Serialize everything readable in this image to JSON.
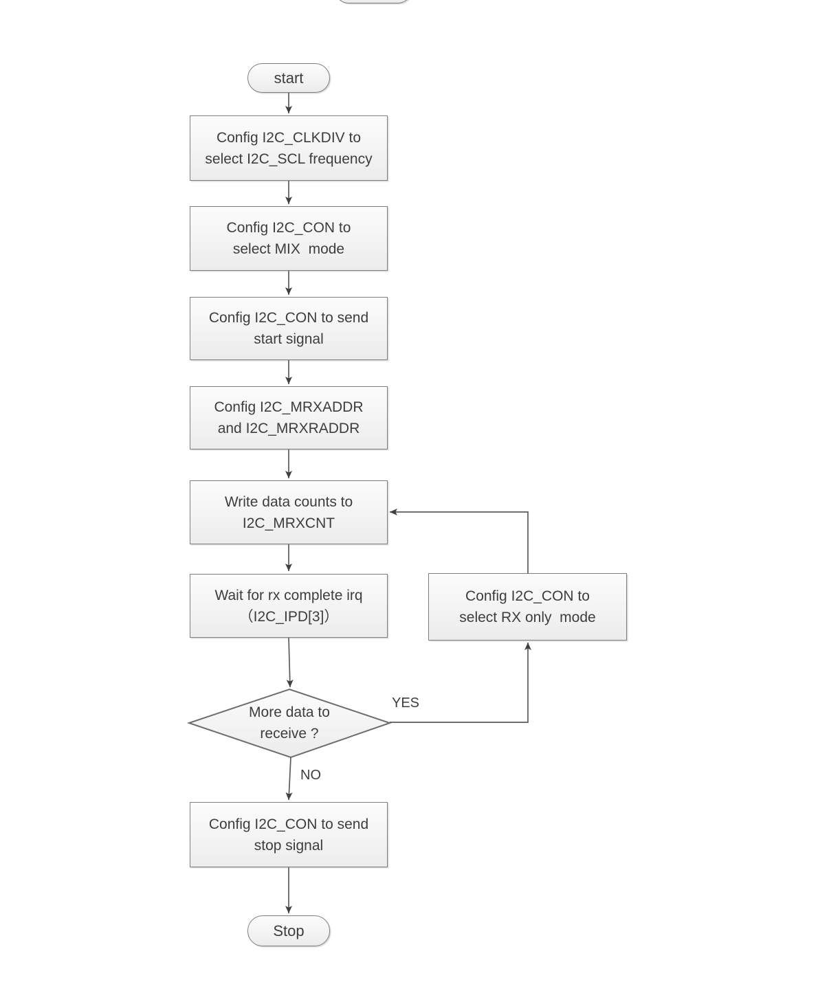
{
  "flowchart": {
    "nodes": {
      "start": {
        "type": "terminator",
        "label": "start"
      },
      "config_clkdiv": {
        "type": "process",
        "label": "Config I2C_CLKDIV to\nselect I2C_SCL frequency"
      },
      "config_mix": {
        "type": "process",
        "label": "Config I2C_CON to\nselect MIX  mode"
      },
      "send_start_signal": {
        "type": "process",
        "label": "Config I2C_CON to send\nstart signal"
      },
      "config_mrxaddr": {
        "type": "process",
        "label": "Config I2C_MRXADDR\nand I2C_MRXRADDR"
      },
      "write_mrxcnt": {
        "type": "process",
        "label": "Write data counts to\nI2C_MRXCNT"
      },
      "wait_rx_irq": {
        "type": "process",
        "label": "Wait for rx complete irq\n（I2C_IPD[3]）"
      },
      "more_data_decision": {
        "type": "decision",
        "label": "More data to\nreceive ?"
      },
      "config_rx_only": {
        "type": "process",
        "label": "Config I2C_CON to\nselect RX only  mode"
      },
      "send_stop_signal": {
        "type": "process",
        "label": "Config I2C_CON to send\nstop signal"
      },
      "stop": {
        "type": "terminator",
        "label": "Stop"
      }
    },
    "edge_labels": {
      "yes": "YES",
      "no": "NO"
    },
    "edges": [
      {
        "from": "start",
        "to": "config_clkdiv"
      },
      {
        "from": "config_clkdiv",
        "to": "config_mix"
      },
      {
        "from": "config_mix",
        "to": "send_start_signal"
      },
      {
        "from": "send_start_signal",
        "to": "config_mrxaddr"
      },
      {
        "from": "config_mrxaddr",
        "to": "write_mrxcnt"
      },
      {
        "from": "write_mrxcnt",
        "to": "wait_rx_irq"
      },
      {
        "from": "wait_rx_irq",
        "to": "more_data_decision"
      },
      {
        "from": "more_data_decision",
        "to": "config_rx_only",
        "label": "YES"
      },
      {
        "from": "config_rx_only",
        "to": "write_mrxcnt"
      },
      {
        "from": "more_data_decision",
        "to": "send_stop_signal",
        "label": "NO"
      },
      {
        "from": "send_stop_signal",
        "to": "stop"
      }
    ],
    "colors": {
      "background": "#ffffff",
      "node_border": "#7f7f7f",
      "node_fill_top": "#fcfcfc",
      "node_fill_bottom": "#ececec",
      "connector": "#5a5a5a",
      "arrowhead": "#3f3f3f",
      "text": "#3d3d3d"
    }
  }
}
